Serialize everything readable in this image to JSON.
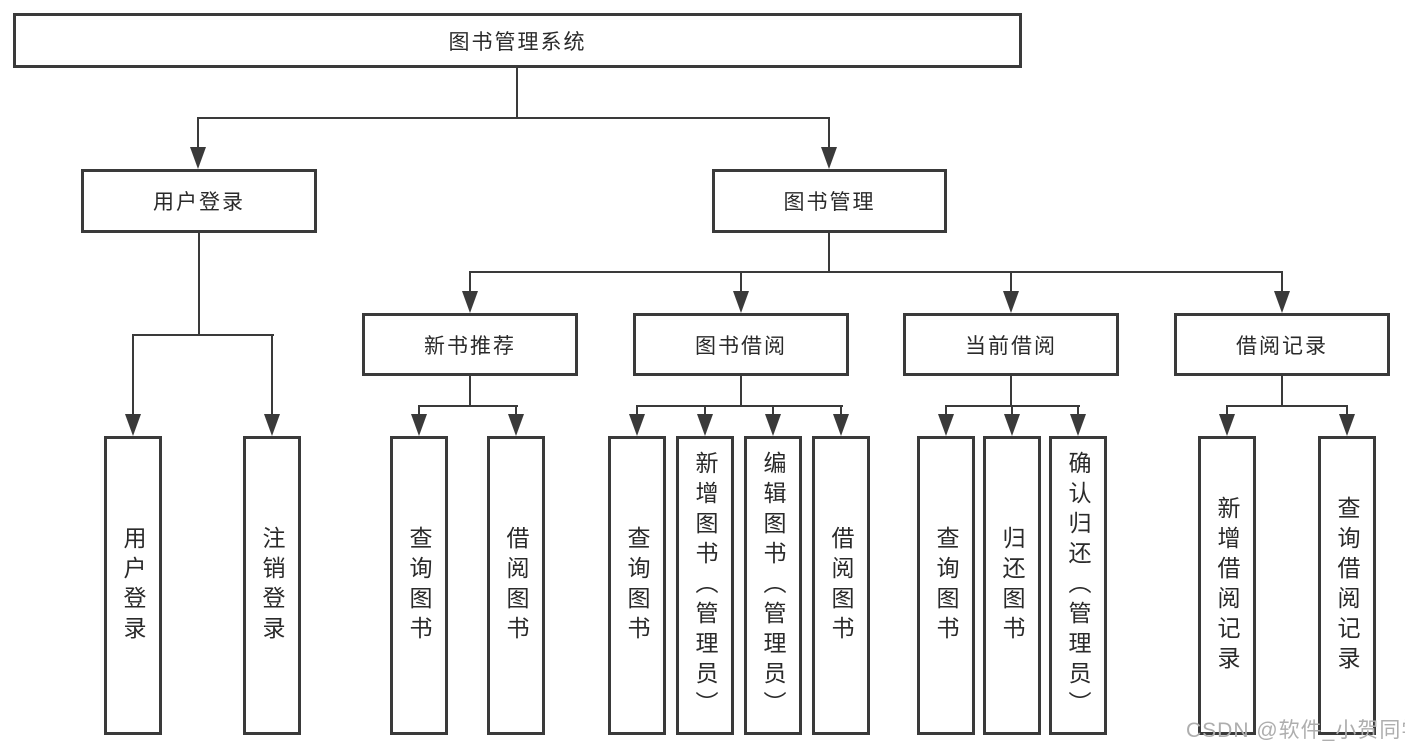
{
  "diagram": {
    "title": "图书管理系统",
    "level1": {
      "user_login": "用户登录",
      "book_mgmt": "图书管理"
    },
    "level2": {
      "new_book": "新书推荐",
      "book_borrow": "图书借阅",
      "current_borrow": "当前借阅",
      "borrow_record": "借阅记录"
    },
    "leaves": {
      "user_login": "用户登录",
      "logout": "注销登录",
      "query_book_nb": "查询图书",
      "borrow_book_nb": "借阅图书",
      "query_book_bb": "查询图书",
      "add_book_admin": "新增图书（管理员）",
      "edit_book_admin": "编辑图书（管理员）",
      "borrow_book_bb": "借阅图书",
      "query_book_cb": "查询图书",
      "return_book": "归还图书",
      "confirm_return_admin": "确认归还（管理员）",
      "add_borrow_record": "新增借阅记录",
      "query_borrow_record": "查询借阅记录"
    }
  },
  "watermark": "CSDN @软件_小贺同学",
  "colors": {
    "line": "#3a3a3a",
    "text": "#2a2a2a",
    "background": "#ffffff",
    "watermark": "#aeaeae"
  }
}
